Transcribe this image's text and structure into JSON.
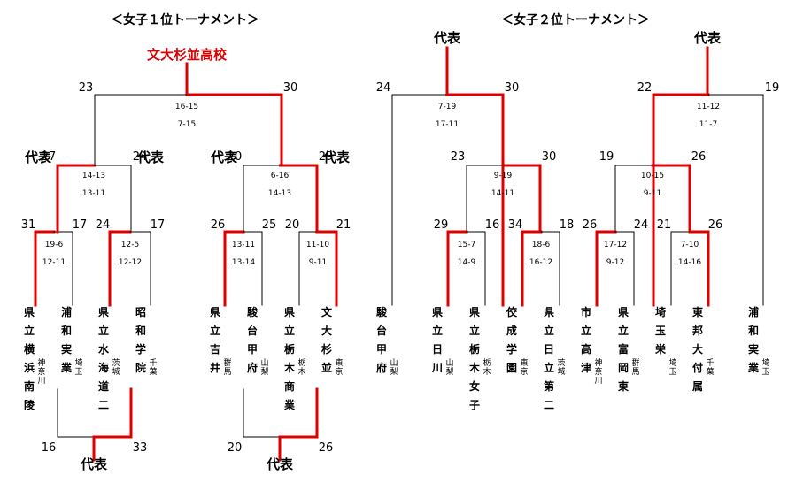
{
  "titles": {
    "left": "＜女子１位トーナメント＞",
    "right": "＜女子２位トーナメント＞"
  },
  "winner_label": "文大杉並高校",
  "rep_label": "代表",
  "colors": {
    "win_line": "#dd0000",
    "lose_line": "#000000",
    "winner_text": "#dd0000"
  },
  "left_bracket": {
    "final": {
      "left_score": "23",
      "right_score": "30",
      "sets": [
        "16-15",
        "7-15"
      ]
    },
    "semis": [
      {
        "left_score": "27",
        "right_score": "24",
        "sets": [
          "14-13",
          "13-11"
        ]
      },
      {
        "left_score": "20",
        "right_score": "29",
        "sets": [
          "6-16",
          "14-13"
        ]
      }
    ],
    "quarters": [
      {
        "left_score": "31",
        "right_score": "17",
        "sets": [
          "19-6",
          "12-11"
        ]
      },
      {
        "left_score": "24",
        "right_score": "17",
        "sets": [
          "12-5",
          "12-12"
        ]
      },
      {
        "left_score": "26",
        "right_score": "25",
        "sets": [
          "13-11",
          "13-14"
        ]
      },
      {
        "left_score": "20",
        "right_score": "21",
        "sets": [
          "11-10",
          "9-11"
        ]
      }
    ],
    "teams": [
      {
        "name": "県立横浜南陵",
        "pref": "神奈川"
      },
      {
        "name": "浦和実業",
        "pref": "埼玉"
      },
      {
        "name": "県立水海道二",
        "pref": "茨城"
      },
      {
        "name": "昭和学院",
        "pref": "千葉"
      },
      {
        "name": "県立吉井",
        "pref": "群馬"
      },
      {
        "name": "駿台甲府",
        "pref": "山梨"
      },
      {
        "name": "県立栃木商業",
        "pref": "栃木"
      },
      {
        "name": "文大杉並",
        "pref": "東京"
      }
    ],
    "third_place": [
      {
        "left_score": "16",
        "right_score": "33"
      },
      {
        "left_score": "20",
        "right_score": "26"
      }
    ]
  },
  "right_bracket": {
    "finals": [
      {
        "left_score": "24",
        "right_score": "30",
        "sets": [
          "7-19",
          "17-11"
        ]
      },
      {
        "left_score": "22",
        "right_score": "19",
        "sets": [
          "11-12",
          "11-7"
        ]
      }
    ],
    "semis": [
      {
        "left_score": "23",
        "right_score": "30",
        "sets": [
          "9-19",
          "14-11"
        ]
      },
      {
        "left_score": "19",
        "right_score": "26",
        "sets": [
          "10-15",
          "9-11"
        ]
      }
    ],
    "quarters": [
      {
        "left_score": "29",
        "right_score": "16",
        "sets": [
          "15-7",
          "14-9"
        ]
      },
      {
        "left_score": "34",
        "right_score": "18",
        "sets": [
          "18-6",
          "16-12"
        ]
      },
      {
        "left_score": "26",
        "right_score": "24",
        "sets": [
          "17-12",
          "9-12"
        ]
      },
      {
        "left_score": "21",
        "right_score": "26",
        "sets": [
          "7-10",
          "14-16"
        ]
      }
    ],
    "teams": [
      {
        "name": "駿台甲府",
        "pref": "山梨"
      },
      {
        "name": "県立日川",
        "pref": "山梨"
      },
      {
        "name": "県立栃木女子",
        "pref": "栃木"
      },
      {
        "name": "佼成学園",
        "pref": "東京"
      },
      {
        "name": "県立日立第二",
        "pref": "茨城"
      },
      {
        "name": "市立高津",
        "pref": "神奈川"
      },
      {
        "name": "県立富岡東",
        "pref": "群馬"
      },
      {
        "name": "埼玉栄",
        "pref": "埼玉"
      },
      {
        "name": "東邦大付属",
        "pref": "千葉"
      },
      {
        "name": "浦和実業",
        "pref": "埼玉"
      }
    ]
  }
}
